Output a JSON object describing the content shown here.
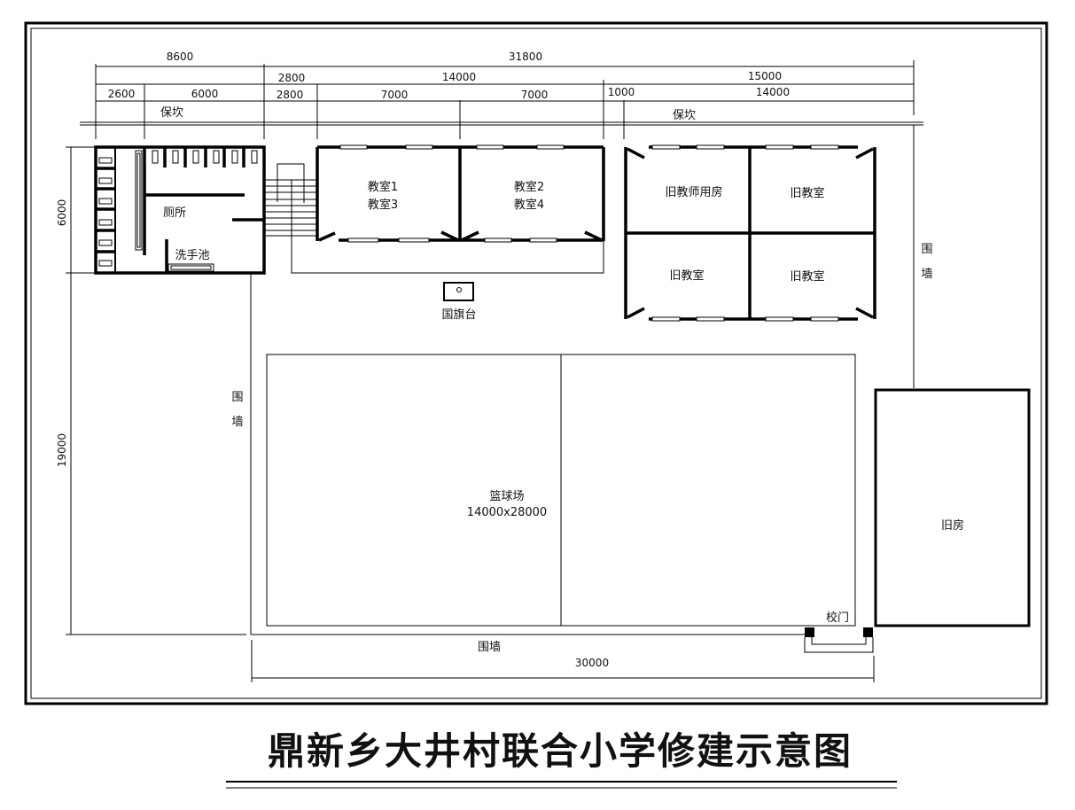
{
  "title": "鼎新乡大井村联合小学修建示意图",
  "dimensions": {
    "top_total_left": "8600",
    "top_total": "31800",
    "stair_upper": "2800",
    "classroom_span": "14000",
    "old_block_span": "15000",
    "toilet_a": "2600",
    "toilet_b": "6000",
    "stair_lower": "2800",
    "classroom1_width": "7000",
    "classroom2_width": "7000",
    "gap": "1000",
    "old_block_inner": "14000",
    "left_upper": "6000",
    "left_lower": "19000",
    "bottom": "30000"
  },
  "labels": {
    "retaining_wall_left": "保坎",
    "retaining_wall_right": "保坎",
    "toilet": "厕所",
    "wash_basin": "洗手池",
    "classroom_1": "教室1",
    "classroom_3": "教室3",
    "classroom_2": "教室2",
    "classroom_4": "教室4",
    "flag_platform": "国旗台",
    "old_teacher_room": "旧教师用房",
    "old_classroom_a": "旧教室",
    "old_classroom_b": "旧教室",
    "old_classroom_c": "旧教室",
    "wall_right_1": "围",
    "wall_right_2": "墙",
    "wall_left_1": "围",
    "wall_left_2": "墙",
    "basketball_court": "篮球场",
    "basketball_size": "14000x28000",
    "old_house": "旧房",
    "school_gate": "校门",
    "wall_bottom": "围墙"
  }
}
